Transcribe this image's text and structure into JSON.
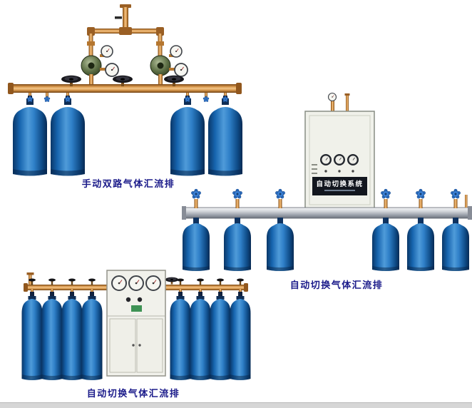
{
  "page": {
    "background": "#ffffff",
    "has_footer_strip": true
  },
  "colors": {
    "caption_text": "#1b1b8a",
    "cylinder_blue": "#2f80c8",
    "brass_pipe": "#c9913e",
    "rail_silver": "#c0c4cb",
    "cabinet_body": "#f0f1ea",
    "label_panel": "#12161e"
  },
  "products": [
    {
      "id": "manual-dual-gas-manifold",
      "caption": "手动双路气体汇流排",
      "cylinders": 4,
      "regulators": 2,
      "gauges": 4,
      "handwheels": 3
    },
    {
      "id": "auto-switch-gas-manifold-cabinet",
      "caption": "自动切换气体汇流排",
      "cabinet_text": "自动切换系统",
      "cylinders": 6,
      "panel_gauges": 3
    },
    {
      "id": "auto-switch-gas-manifold-floor",
      "caption": "自动切换气体汇流排",
      "cylinders": 8,
      "panel_gauges": 3
    }
  ]
}
